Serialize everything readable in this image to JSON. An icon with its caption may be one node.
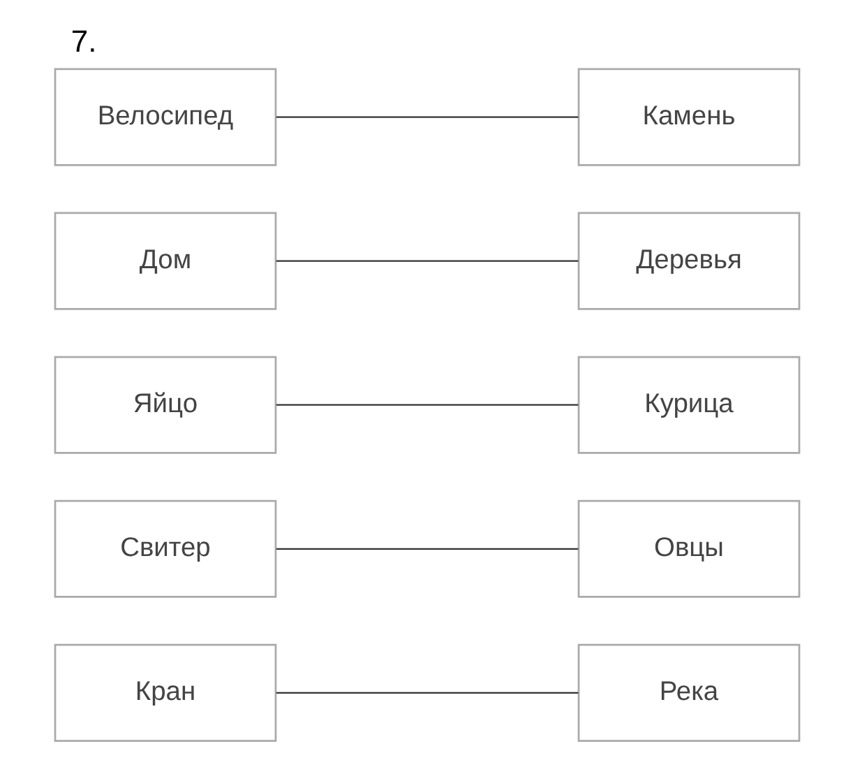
{
  "diagram": {
    "title": "7.",
    "nodes": [
      {
        "text": [
          "Кран"
        ]
      },
      {
        "text": [
          "Свитер"
        ]
      },
      {
        "text": [
          "Яйцо"
        ]
      },
      {
        "text": [
          "Дом"
        ]
      },
      {
        "text": [
          "Велосипед"
        ]
      },
      {
        "text": [
          "Камень"
        ]
      },
      {
        "text": [
          "Река"
        ]
      },
      {
        "text": [
          "Овцы"
        ]
      },
      {
        "text": [
          "Курица"
        ]
      },
      {
        "text": [
          "Деревья"
        ]
      }
    ],
    "edges": [
      {
        "from": 0,
        "to": 6,
        "arrow": "none"
      },
      {
        "from": 1,
        "to": 7,
        "arrow": "none"
      },
      {
        "from": 2,
        "to": 8,
        "arrow": "none"
      },
      {
        "from": 3,
        "to": 9,
        "arrow": "none"
      },
      {
        "from": 4,
        "to": 5,
        "arrow": "none"
      }
    ]
  }
}
